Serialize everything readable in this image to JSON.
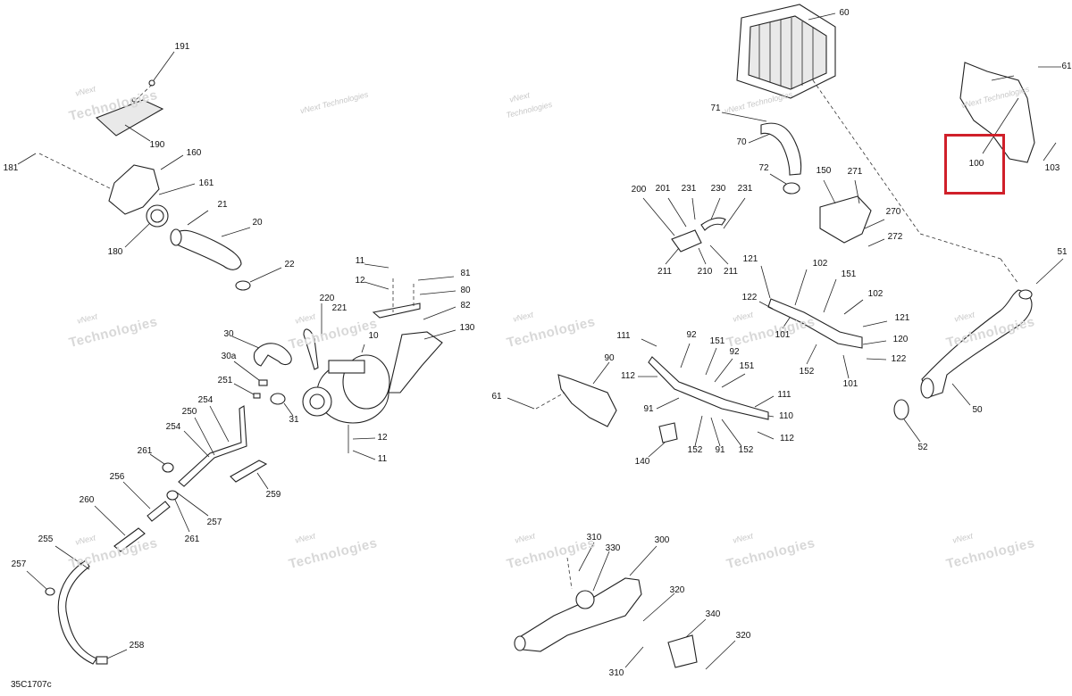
{
  "figure_ref": "35C1707c",
  "watermark": {
    "line1": "vNext",
    "line2": "Technologies",
    "line_full": "vNext Technologies"
  },
  "highlight_color": "#d0202a",
  "callouts": {
    "c191": "191",
    "c190": "190",
    "c181": "181",
    "c160": "160",
    "c161": "161",
    "c180": "180",
    "c21": "21",
    "c20": "20",
    "c22": "22",
    "c11a": "11",
    "c12a": "12",
    "c81": "81",
    "c80": "80",
    "c82": "82",
    "c220": "220",
    "c221": "221",
    "c130": "130",
    "c30": "30",
    "c10": "10",
    "c30a": "30a",
    "c251": "251",
    "c31": "31",
    "c12b": "12",
    "c11b": "11",
    "c254a": "254",
    "c250": "250",
    "c254b": "254",
    "c261a": "261",
    "c259": "259",
    "c256": "256",
    "c260": "260",
    "c257a": "257",
    "c261b": "261",
    "c255": "255",
    "c257b": "257",
    "c258": "258",
    "c60": "60",
    "c71": "71",
    "c70": "70",
    "c72": "72",
    "c200": "200",
    "c201": "201",
    "c231a": "231",
    "c230": "230",
    "c231b": "231",
    "c211a": "211",
    "c210": "210",
    "c211b": "211",
    "c150": "150",
    "c271": "271",
    "c270": "270",
    "c272": "272",
    "c121a": "121",
    "c102a": "102",
    "c151a": "151",
    "c122a": "122",
    "c102b": "102",
    "c121b": "121",
    "c101a": "101",
    "c120": "120",
    "c152a": "152",
    "c101b": "101",
    "c122b": "122",
    "c111a": "111",
    "c92a": "92",
    "c151b": "151",
    "c92b": "92",
    "c151c": "151",
    "c90": "90",
    "c112a": "112",
    "c61a": "61",
    "c91a": "91",
    "c111b": "111",
    "c110": "110",
    "c112b": "112",
    "c152b": "152",
    "c91b": "91",
    "c152c": "152",
    "c140": "140",
    "c100": "100",
    "c61b": "61",
    "c103": "103",
    "c51": "51",
    "c50": "50",
    "c52": "52",
    "c310a": "310",
    "c330": "330",
    "c300": "300",
    "c320a": "320",
    "c340": "340",
    "c320b": "320",
    "c310b": "310"
  }
}
